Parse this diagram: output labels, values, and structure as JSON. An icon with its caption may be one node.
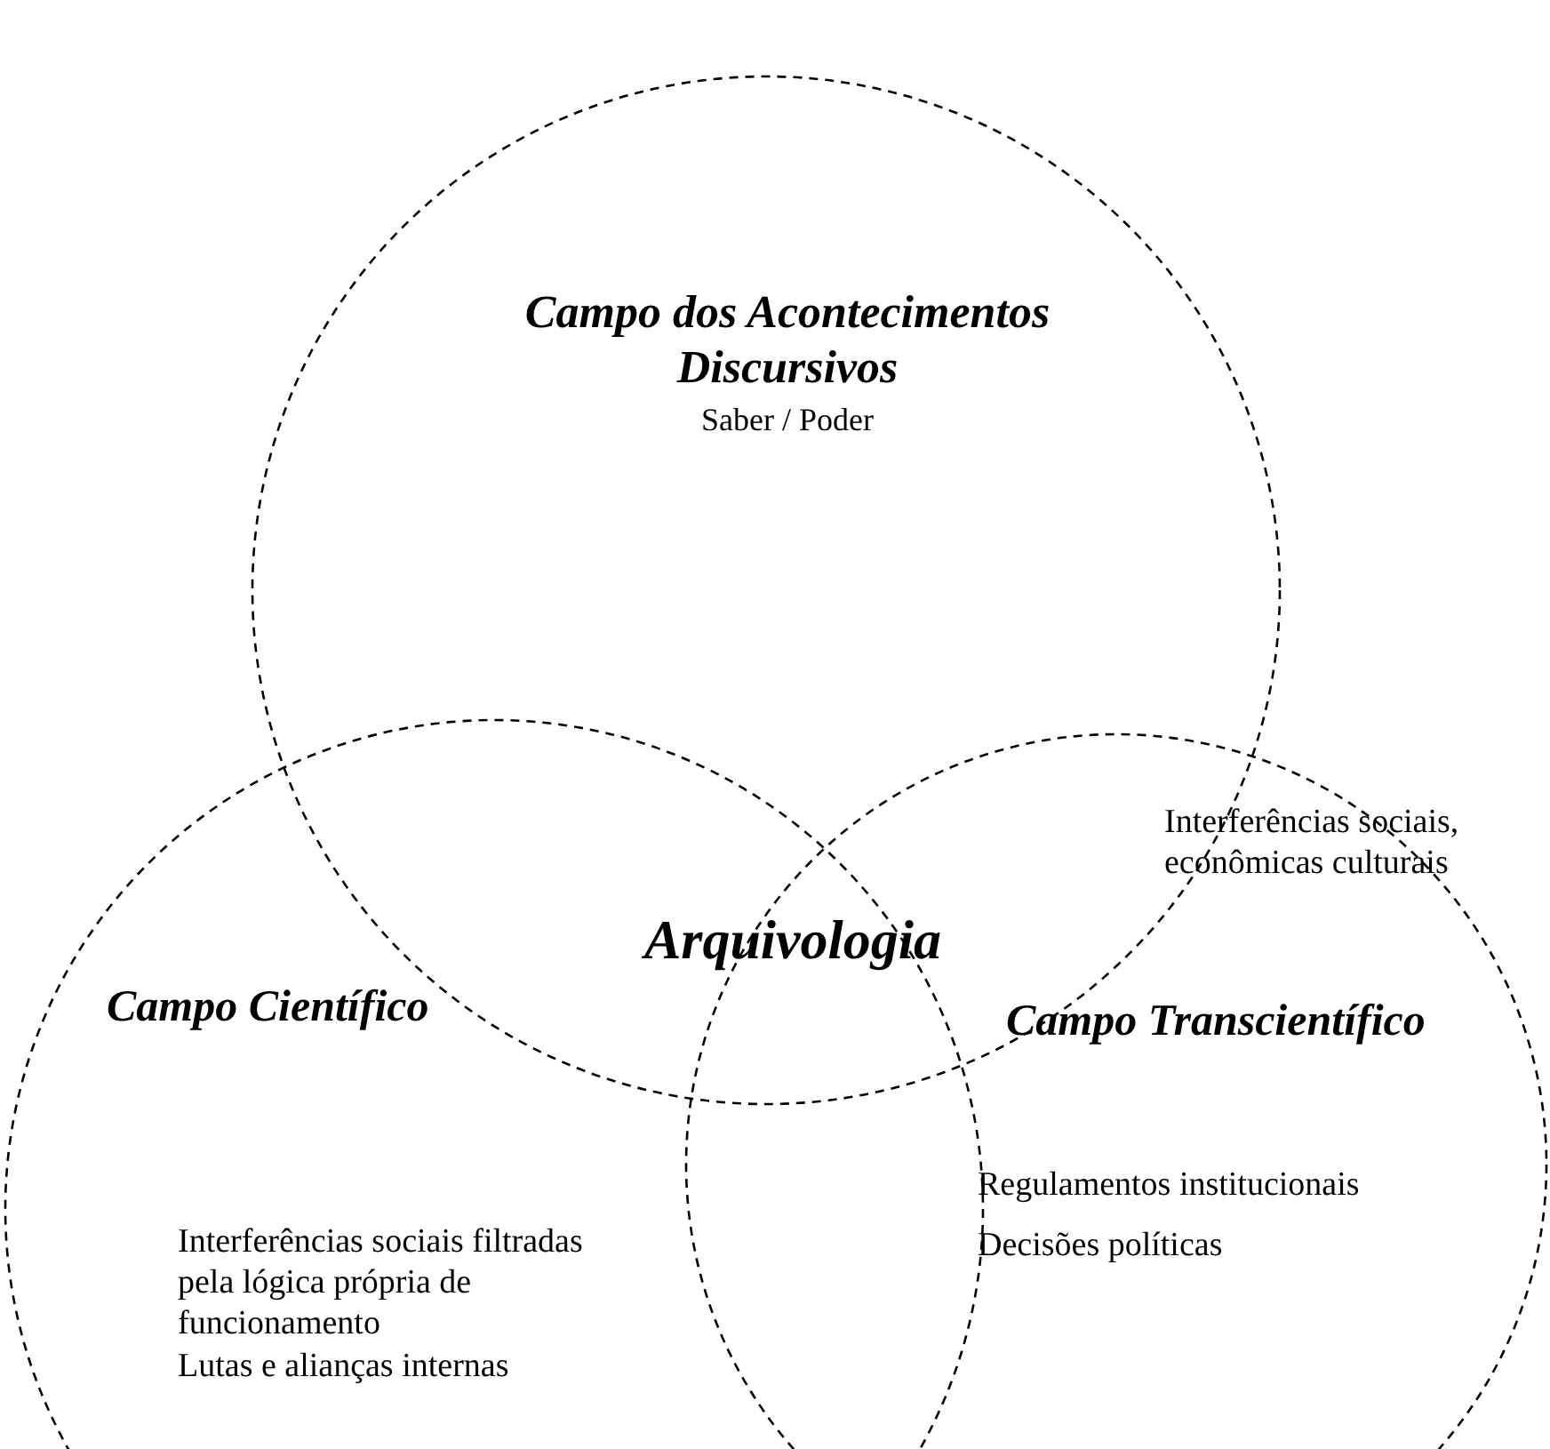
{
  "diagram": {
    "nodes": [
      {
        "text": [
          "Campo dos Acontecimentos Discursivos",
          "Saber / Poder"
        ]
      },
      {
        "text": [
          "Campo Científico",
          "Interferências sociais filtradas pela lógica própria de funcionamento",
          "Lutas e alianças internas"
        ]
      },
      {
        "text": [
          "Interferências sociais, econômicas culturais",
          "Campo Transcientífico",
          "Regulamentos institucionais",
          "Decisões políticas"
        ]
      }
    ],
    "edges": [],
    "labels": [
      "Arquivologia"
    ]
  }
}
